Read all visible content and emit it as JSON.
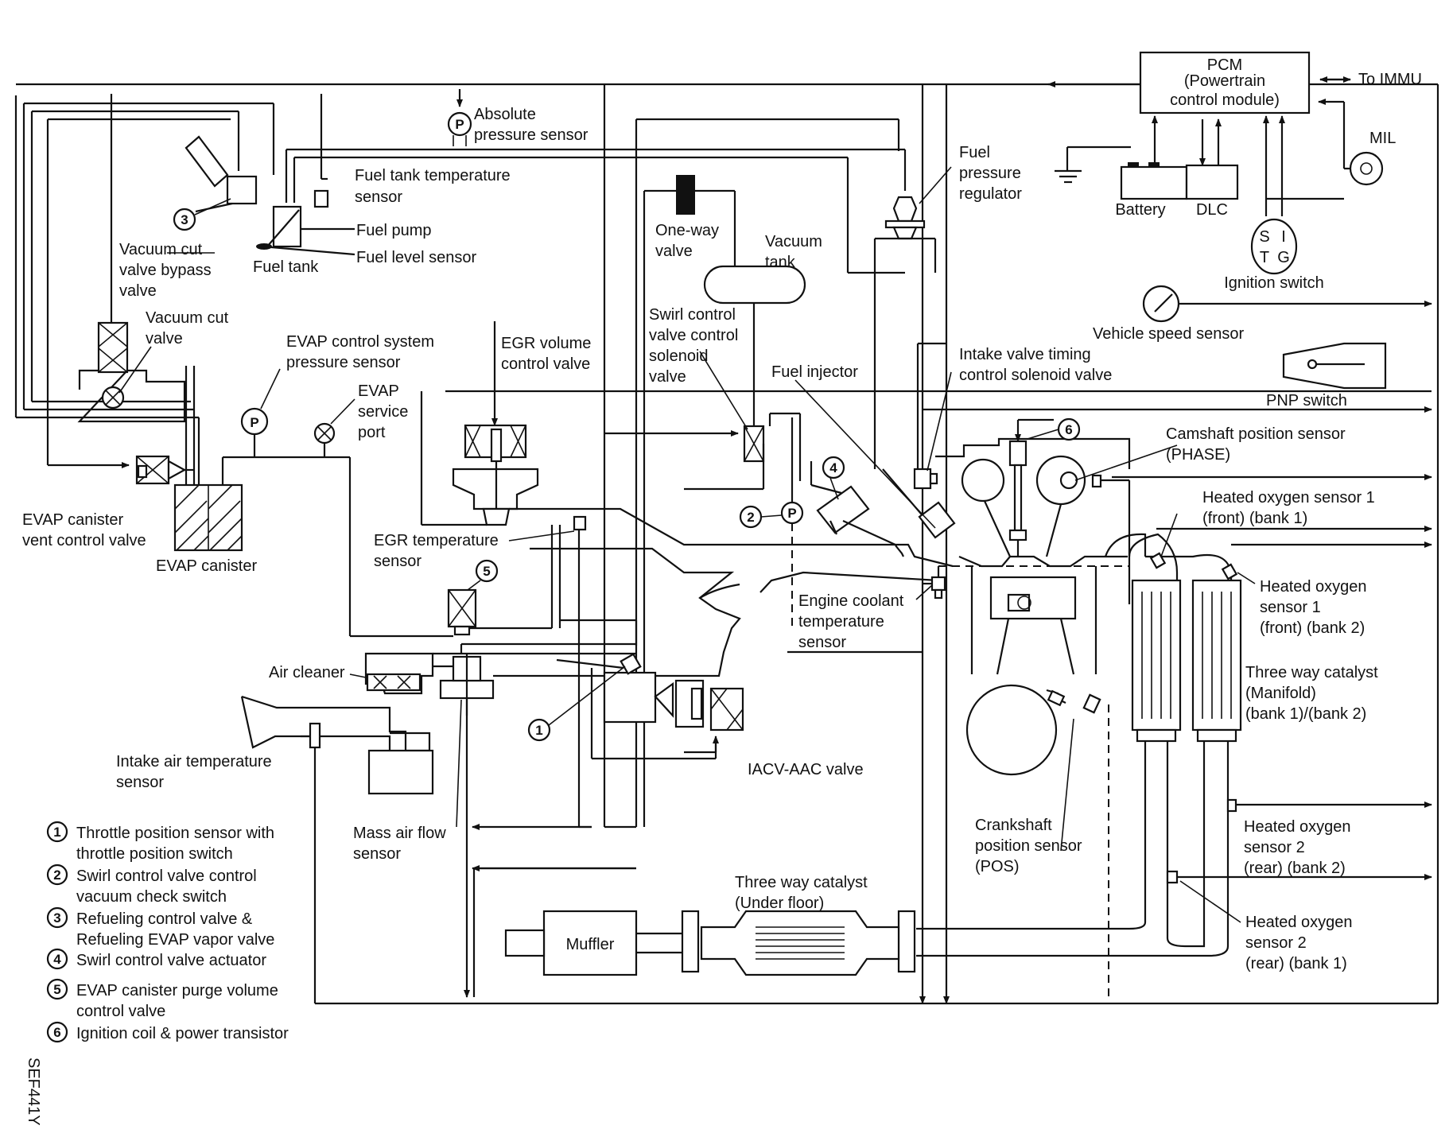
{
  "labels": {
    "absolute_pressure_sensor": [
      "Absolute",
      "pressure sensor"
    ],
    "fuel_tank_temperature_sensor": [
      "Fuel tank temperature",
      "sensor"
    ],
    "fuel_pump": "Fuel pump",
    "fuel_level_sensor": "Fuel level sensor",
    "fuel_tank": "Fuel tank",
    "vacuum_cut_valve_bypass": [
      "Vacuum cut",
      "valve bypass",
      "valve"
    ],
    "vacuum_cut_valve": [
      "Vacuum cut",
      "valve"
    ],
    "evap_pressure_sensor": [
      "EVAP control system",
      "pressure sensor"
    ],
    "evap_service_port": [
      "EVAP",
      "service",
      "port"
    ],
    "egr_volume_control_valve": [
      "EGR volume",
      "control valve"
    ],
    "one_way_valve": [
      "One-way",
      "valve"
    ],
    "vacuum_tank": [
      "Vacuum",
      "tank"
    ],
    "swirl_solenoid": [
      "Swirl control",
      "valve control",
      "solenoid",
      "valve"
    ],
    "fuel_injector": "Fuel injector",
    "fuel_pressure_regulator": [
      "Fuel",
      "pressure",
      "regulator"
    ],
    "pcm": [
      "PCM",
      "(Powertrain",
      "control module)"
    ],
    "to_immu": "To IMMU",
    "mil": "MIL",
    "battery": "Battery",
    "dlc": "DLC",
    "ignition_switch": "Ignition switch",
    "ignition_letters": [
      "S",
      "T",
      "I",
      "G"
    ],
    "vehicle_speed_sensor": "Vehicle speed sensor",
    "pnp_switch": "PNP switch",
    "intake_valve_timing": [
      "Intake valve timing",
      "control solenoid valve"
    ],
    "camshaft_sensor": [
      "Camshaft position sensor",
      "(PHASE)"
    ],
    "ho2s1_bank1": [
      "Heated oxygen sensor 1",
      "(front) (bank 1)"
    ],
    "ho2s1_bank2": [
      "Heated oxygen",
      "sensor 1",
      "(front) (bank 2)"
    ],
    "twc_manifold": [
      "Three way catalyst",
      "(Manifold)",
      "(bank 1)/(bank 2)"
    ],
    "evap_vent_valve": [
      "EVAP canister",
      "vent control valve"
    ],
    "evap_canister": "EVAP canister",
    "egr_temp_sensor": [
      "EGR temperature",
      "sensor"
    ],
    "ect_sensor": [
      "Engine coolant",
      "temperature",
      "sensor"
    ],
    "air_cleaner": "Air cleaner",
    "iat_sensor": [
      "Intake air temperature",
      "sensor"
    ],
    "iacv_aac_valve": "IACV-AAC valve",
    "maf_sensor": [
      "Mass air flow",
      "sensor"
    ],
    "ckp_sensor": [
      "Crankshaft",
      "position sensor",
      "(POS)"
    ],
    "twc_underfloor": [
      "Three way catalyst",
      "(Under floor)"
    ],
    "muffler": "Muffler",
    "ho2s2_bank2": [
      "Heated oxygen",
      "sensor 2",
      "(rear) (bank 2)"
    ],
    "ho2s2_bank1": [
      "Heated oxygen",
      "sensor 2",
      "(rear) (bank 1)"
    ],
    "pressure_symbol": "P",
    "figure_code": "SEF441Y"
  },
  "callouts": [
    "1",
    "2",
    "3",
    "4",
    "5",
    "6"
  ],
  "legend": [
    {
      "num": "1",
      "lines": [
        "Throttle position sensor with",
        "throttle position switch"
      ]
    },
    {
      "num": "2",
      "lines": [
        "Swirl control valve control",
        "vacuum check switch"
      ]
    },
    {
      "num": "3",
      "lines": [
        "Refueling control valve &",
        "Refueling EVAP vapor valve"
      ]
    },
    {
      "num": "4",
      "lines": [
        "Swirl control valve actuator"
      ]
    },
    {
      "num": "5",
      "lines": [
        "EVAP canister purge volume",
        "control valve"
      ]
    },
    {
      "num": "6",
      "lines": [
        "Ignition coil & power transistor"
      ]
    }
  ]
}
